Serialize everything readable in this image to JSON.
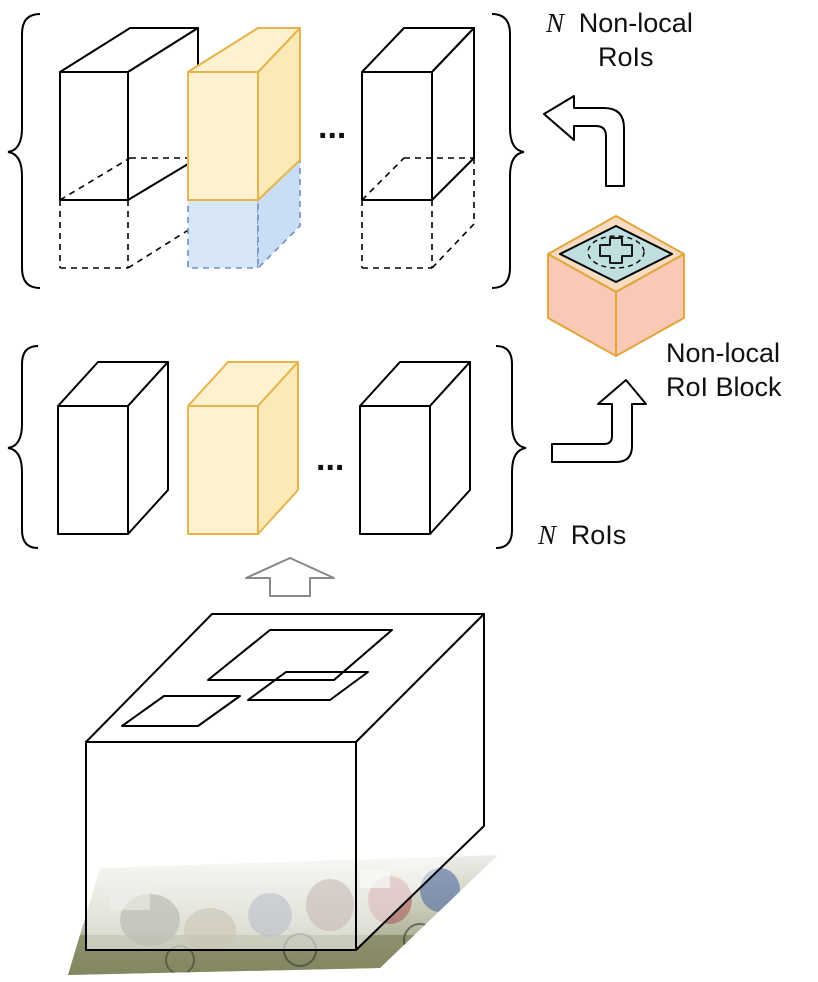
{
  "labels": {
    "top_var": "N",
    "top_line1": "Non-local",
    "top_line2": "RoIs",
    "block_line1": "Non-local",
    "block_line2": "RoI Block",
    "bottom_var": "N",
    "bottom_text": "RoIs",
    "ellipsis": "..."
  },
  "colors": {
    "stroke": "#000000",
    "yellow_face": "#fdf1cf",
    "yellow_side": "#fce9b8",
    "yellow_stroke": "#e6b44c",
    "blue_face": "#d7e7f8",
    "blue_side": "#c9ddf4",
    "blue_stroke": "#6f8fbd",
    "block_face": "#f9c9b6",
    "block_top": "#f6dcc2",
    "block_stroke": "#e2a53a",
    "block_inner": "#bfe0de",
    "arrow_gray": "#888888"
  },
  "icons": {
    "arrow": "arrow-icon",
    "plus": "plus-icon"
  }
}
